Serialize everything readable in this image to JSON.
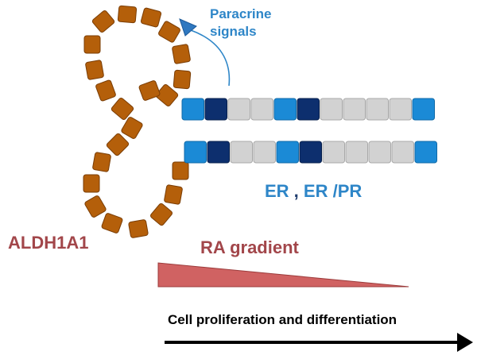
{
  "paracrine": {
    "line1": "Paracrine",
    "line2": "signals"
  },
  "receptor_label": {
    "part1": "ER",
    "separator": " , ",
    "part2": "ER /PR"
  },
  "aldh_label": "ALDH1A1",
  "ra_label": "RA gradient",
  "proliferation_label": "Cell proliferation and differentiation",
  "colors": {
    "aldh_cell": "#b45f0a",
    "aldh_cell_stroke": "#7a3d05",
    "light_blue_cell": "#1b8ad6",
    "dark_blue_cell": "#0d2f6e",
    "grey_cell": "#d2d2d2",
    "ra_wedge": "#d06262",
    "ra_wedge_stroke": "#9b3b3b",
    "paracrine_text": "#2e86c8",
    "receptor_text": "#2e86c8",
    "red_text": "#a2464a",
    "arrow": "#000000"
  },
  "epithelial_rows": [
    [
      "light",
      "dark",
      "grey",
      "grey",
      "light",
      "dark",
      "grey",
      "grey",
      "grey",
      "grey",
      "light"
    ],
    [
      "light",
      "dark",
      "grey",
      "grey",
      "light",
      "dark",
      "grey",
      "grey",
      "grey",
      "grey",
      "light"
    ]
  ]
}
